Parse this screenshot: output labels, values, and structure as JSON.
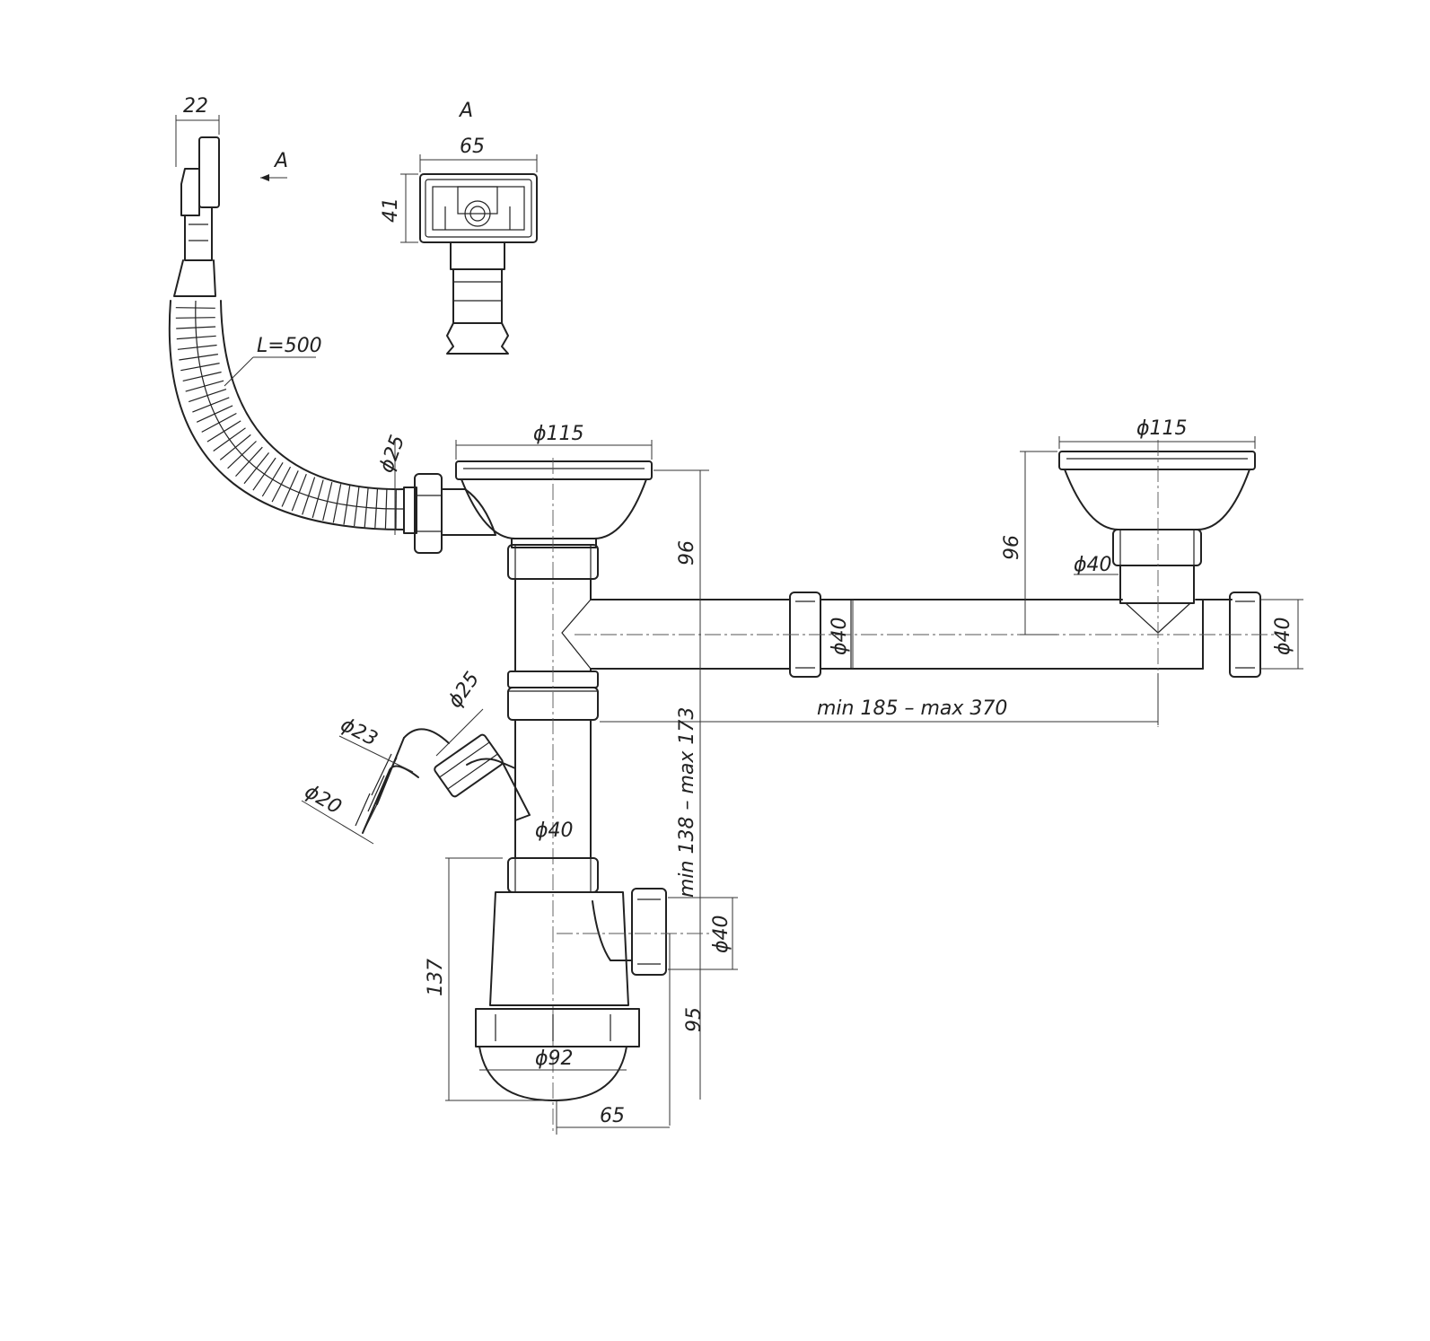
{
  "section_label": "A",
  "section_arrow_label": "A",
  "dimensions": {
    "overflow_width": "22",
    "overflow_top_width": "65",
    "overflow_top_height": "41",
    "hose_length": "L=500",
    "hose_nut_dia": "ϕ25",
    "strainer_left_dia": "ϕ115",
    "strainer_right_dia": "ϕ115",
    "left_height": "96",
    "right_height": "96",
    "right_outlet_dia": "ϕ40",
    "pipe_dia": "ϕ40",
    "pipe_end_dia": "ϕ40",
    "pipe_length": "min 185 – max 370",
    "side_nut_dia": "ϕ25",
    "hose_dia_23": "ϕ23",
    "hose_dia_20": "ϕ20",
    "riser_dia": "ϕ40",
    "riser_height": "min 138 – max 173",
    "trap_outlet_dia": "ϕ40",
    "trap_height": "137",
    "trap_outlet_height": "95",
    "bottle_dia": "ϕ92",
    "trap_offset": "65"
  }
}
